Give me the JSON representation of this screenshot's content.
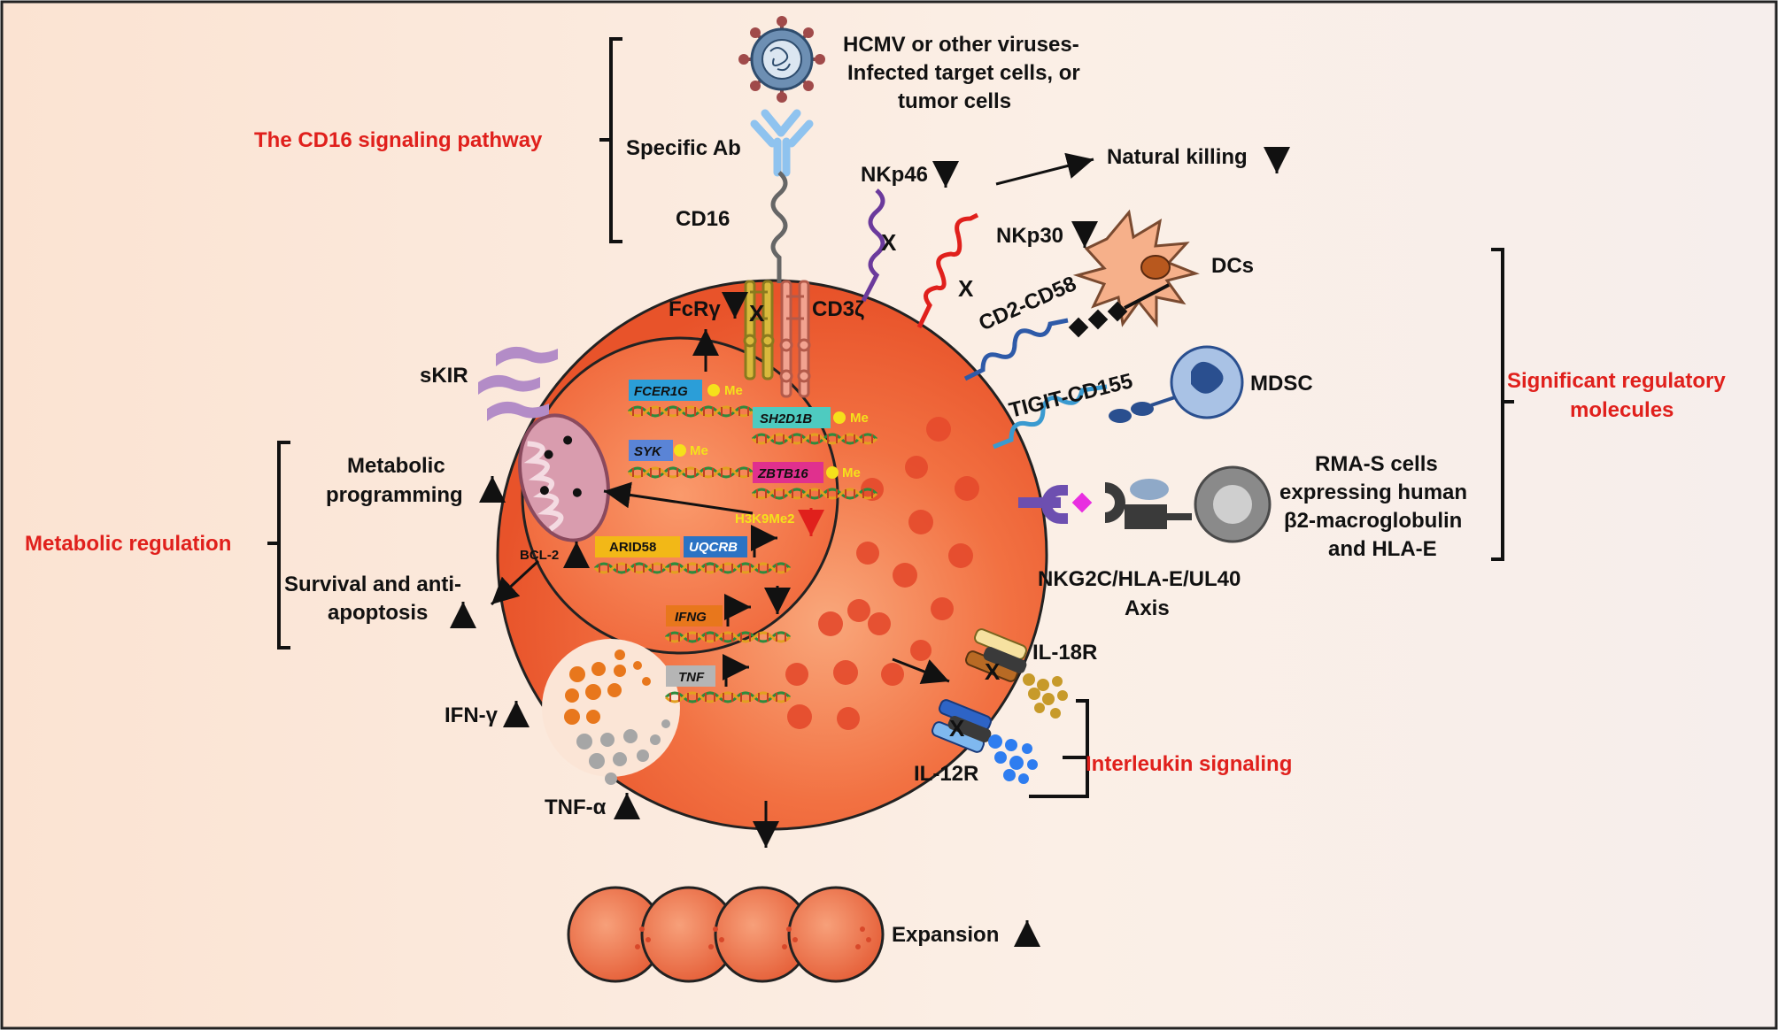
{
  "sections": {
    "cd16_pathway": "The CD16 signaling pathway",
    "metabolic_regulation": "Metabolic regulation",
    "significant_regulatory": [
      "Significant regulatory",
      "molecules"
    ],
    "interleukin_signaling": "Interleukin signaling"
  },
  "labels": {
    "virus_text": [
      "HCMV or other viruses-",
      "Infected target cells, or",
      "tumor cells"
    ],
    "specific_ab": "Specific Ab",
    "cd16": "CD16",
    "nkp46": "NKp46",
    "natural_killing": "Natural killing",
    "nkp30": "NKp30",
    "dcs": "DCs",
    "cd2_cd58": "CD2-CD58",
    "tigit_cd155": "TIGIT-CD155",
    "mdsc": "MDSC",
    "rmas": [
      "RMA-S cells",
      "expressing human",
      "β2-macroglobulin",
      "and HLA-E"
    ],
    "nkg2c": [
      "NKG2C/HLA-E/UL40",
      "Axis"
    ],
    "fcrg": "FcRγ",
    "cd3z": "CD3ζ",
    "skir": "sKIR",
    "metabolic_programming": [
      "Metabolic",
      "programming"
    ],
    "bcl2": "BCL-2",
    "survival": [
      "Survival and anti-",
      "apoptosis"
    ],
    "ifng_out": "IFN-γ",
    "tnfa_out": "TNF-α",
    "il18r": "IL-18R",
    "il12r": "IL-12R",
    "expansion": "Expansion",
    "me": "Me",
    "h3k9": "H3K9Me2"
  },
  "genes": {
    "fcer1g": "FCER1G",
    "sh2d1b": "SH2D1B",
    "syk": "SYK",
    "zbtb16": "ZBTB16",
    "arid58": "ARID58",
    "uqcrb": "UQCRB",
    "ifng": "IFNG",
    "tnf": "TNF"
  },
  "colors": {
    "accent_red": "#e0201c",
    "cell": "#f26a3f",
    "nucleus": "#f47a4c",
    "me_dot": "#f5e11b"
  }
}
